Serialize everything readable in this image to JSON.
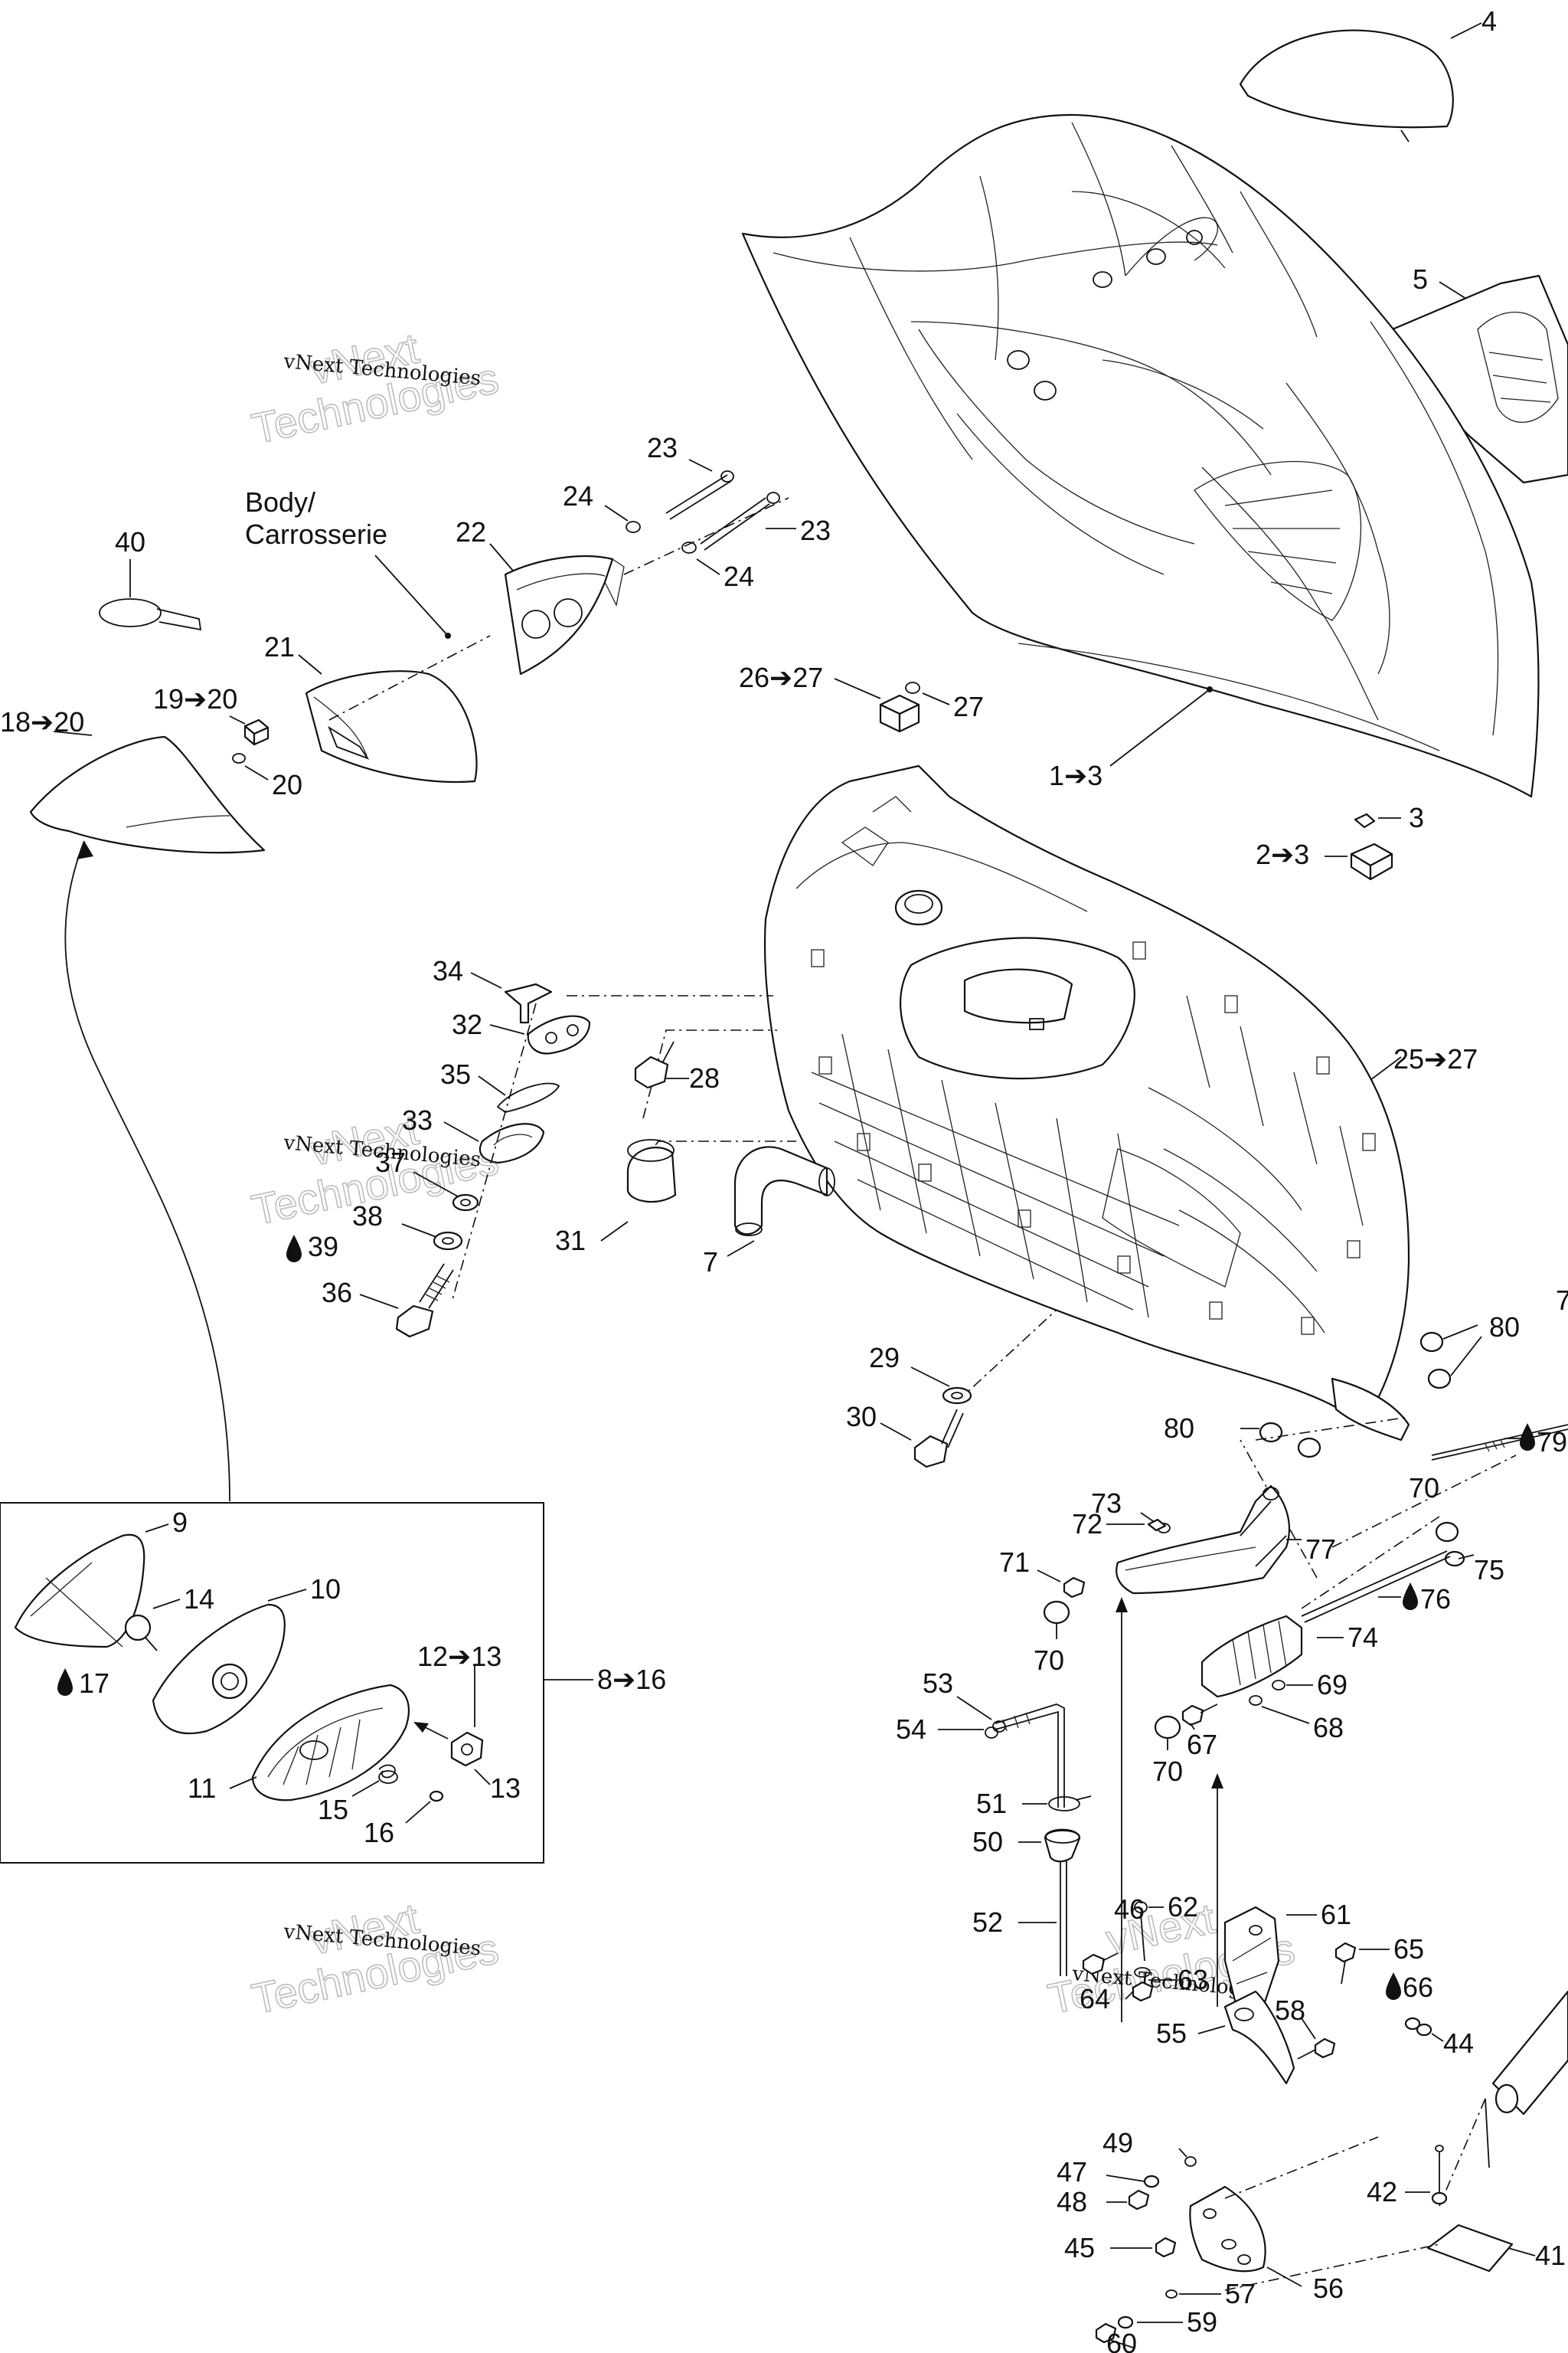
{
  "diagram": {
    "body_label_line1": "Body/",
    "body_label_line2": "Carrosserie",
    "watermark": {
      "brand_top": "vNext",
      "brand_bottom": "Technologies",
      "small_line": "vNext Technologies"
    },
    "callouts": {
      "c4": "4",
      "c5": "5",
      "c1": "1➔3",
      "c3": "3",
      "c2": "2➔3",
      "c23a": "23",
      "c24a": "24",
      "c23b": "23",
      "c24b": "24",
      "c22": "22",
      "c40": "40",
      "c21": "21",
      "c19": "19➔20",
      "c18": "18➔20",
      "c20": "20",
      "c26": "26➔27",
      "c27": "27",
      "c34": "34",
      "c32": "32",
      "c35": "35",
      "c33": "33",
      "c37": "37",
      "c38": "38",
      "c39": "39",
      "c36": "36",
      "c28": "28",
      "c31": "31",
      "c7": "7",
      "c25": "25➔27",
      "c80a": "80",
      "c29": "29",
      "c30": "30",
      "c80b": "80",
      "c79": "79",
      "c73": "73",
      "c72": "72",
      "c71": "71",
      "c70a": "70",
      "c77": "77",
      "c70b": "70",
      "c75": "75",
      "c76": "76",
      "c74": "74",
      "c69": "69",
      "c68": "68",
      "c67": "67",
      "c70c": "70",
      "c9": "9",
      "c14": "14",
      "c10": "10",
      "c17": "17",
      "c12": "12➔13",
      "c8": "8➔16",
      "c11": "11",
      "c15": "15",
      "c13": "13",
      "c16": "16",
      "c53": "53",
      "c54": "54",
      "c51": "51",
      "c50": "50",
      "c52": "52",
      "c46": "46",
      "c62": "62",
      "c61": "61",
      "c65": "65",
      "c66": "66",
      "c64": "64",
      "c63": "63",
      "c58": "58",
      "c55": "55",
      "c44": "44",
      "c49": "49",
      "c47": "47",
      "c48": "48",
      "c42": "42",
      "c45": "45",
      "c56": "56",
      "c57": "57",
      "c59": "59",
      "c60": "60",
      "c41": "41",
      "c7b": "7"
    }
  },
  "colors": {
    "ink": "#111111",
    "watermark": "#bdbdbd",
    "paper": "#ffffff"
  }
}
